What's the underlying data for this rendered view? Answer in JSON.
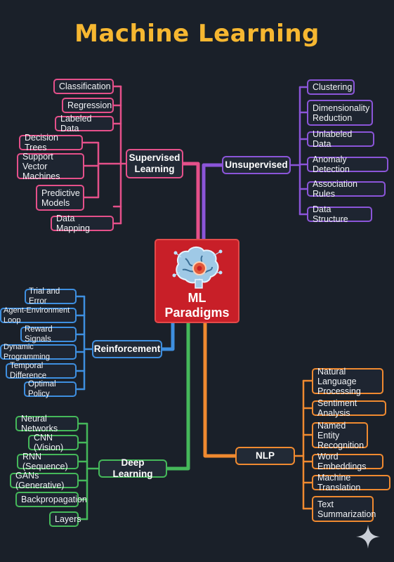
{
  "title": "Machine Learning",
  "center": {
    "line1": "ML",
    "line2": "Paradigms",
    "icon": "brain-gear-icon"
  },
  "colors": {
    "background": "#1a2029",
    "title": "#f6b731",
    "center": "#c81f28",
    "supervised": "#e5508a",
    "unsupervised": "#8b55d9",
    "reinforcement": "#3e8fe0",
    "deep_learning": "#45b85a",
    "nlp": "#f08a30"
  },
  "branches": {
    "supervised": {
      "label": "Supervised Learning",
      "items": [
        "Classification",
        "Regression",
        "Labeled Data",
        "Decision Trees",
        "Support Vector Machines",
        "Predictive Models",
        "Data Mapping"
      ]
    },
    "unsupervised": {
      "label": "Unsupervised",
      "items": [
        "Clustering",
        "Dimensionality Reduction",
        "Unlabeled Data",
        "Anomaly Detection",
        "Association Rules",
        "Data Structure"
      ]
    },
    "reinforcement": {
      "label": "Reinforcement",
      "items": [
        "Trial and Error",
        "Agent-Environment Loop",
        "Reward Signals",
        "Dynamic Programming",
        "Temporal Difference",
        "Optimal Policy"
      ]
    },
    "deep_learning": {
      "label": "Deep Learning",
      "items": [
        "Neural Networks",
        "CNN (Vision)",
        "RNN (Sequence)",
        "GANs (Generative)",
        "Backpropagation",
        "Layers"
      ]
    },
    "nlp": {
      "label": "NLP",
      "items": [
        "Natural Language Processing",
        "Sentiment Analysis",
        "Named Entity Recognition",
        "Word Embeddings",
        "Machine Translation",
        "Text Summarization"
      ]
    }
  }
}
